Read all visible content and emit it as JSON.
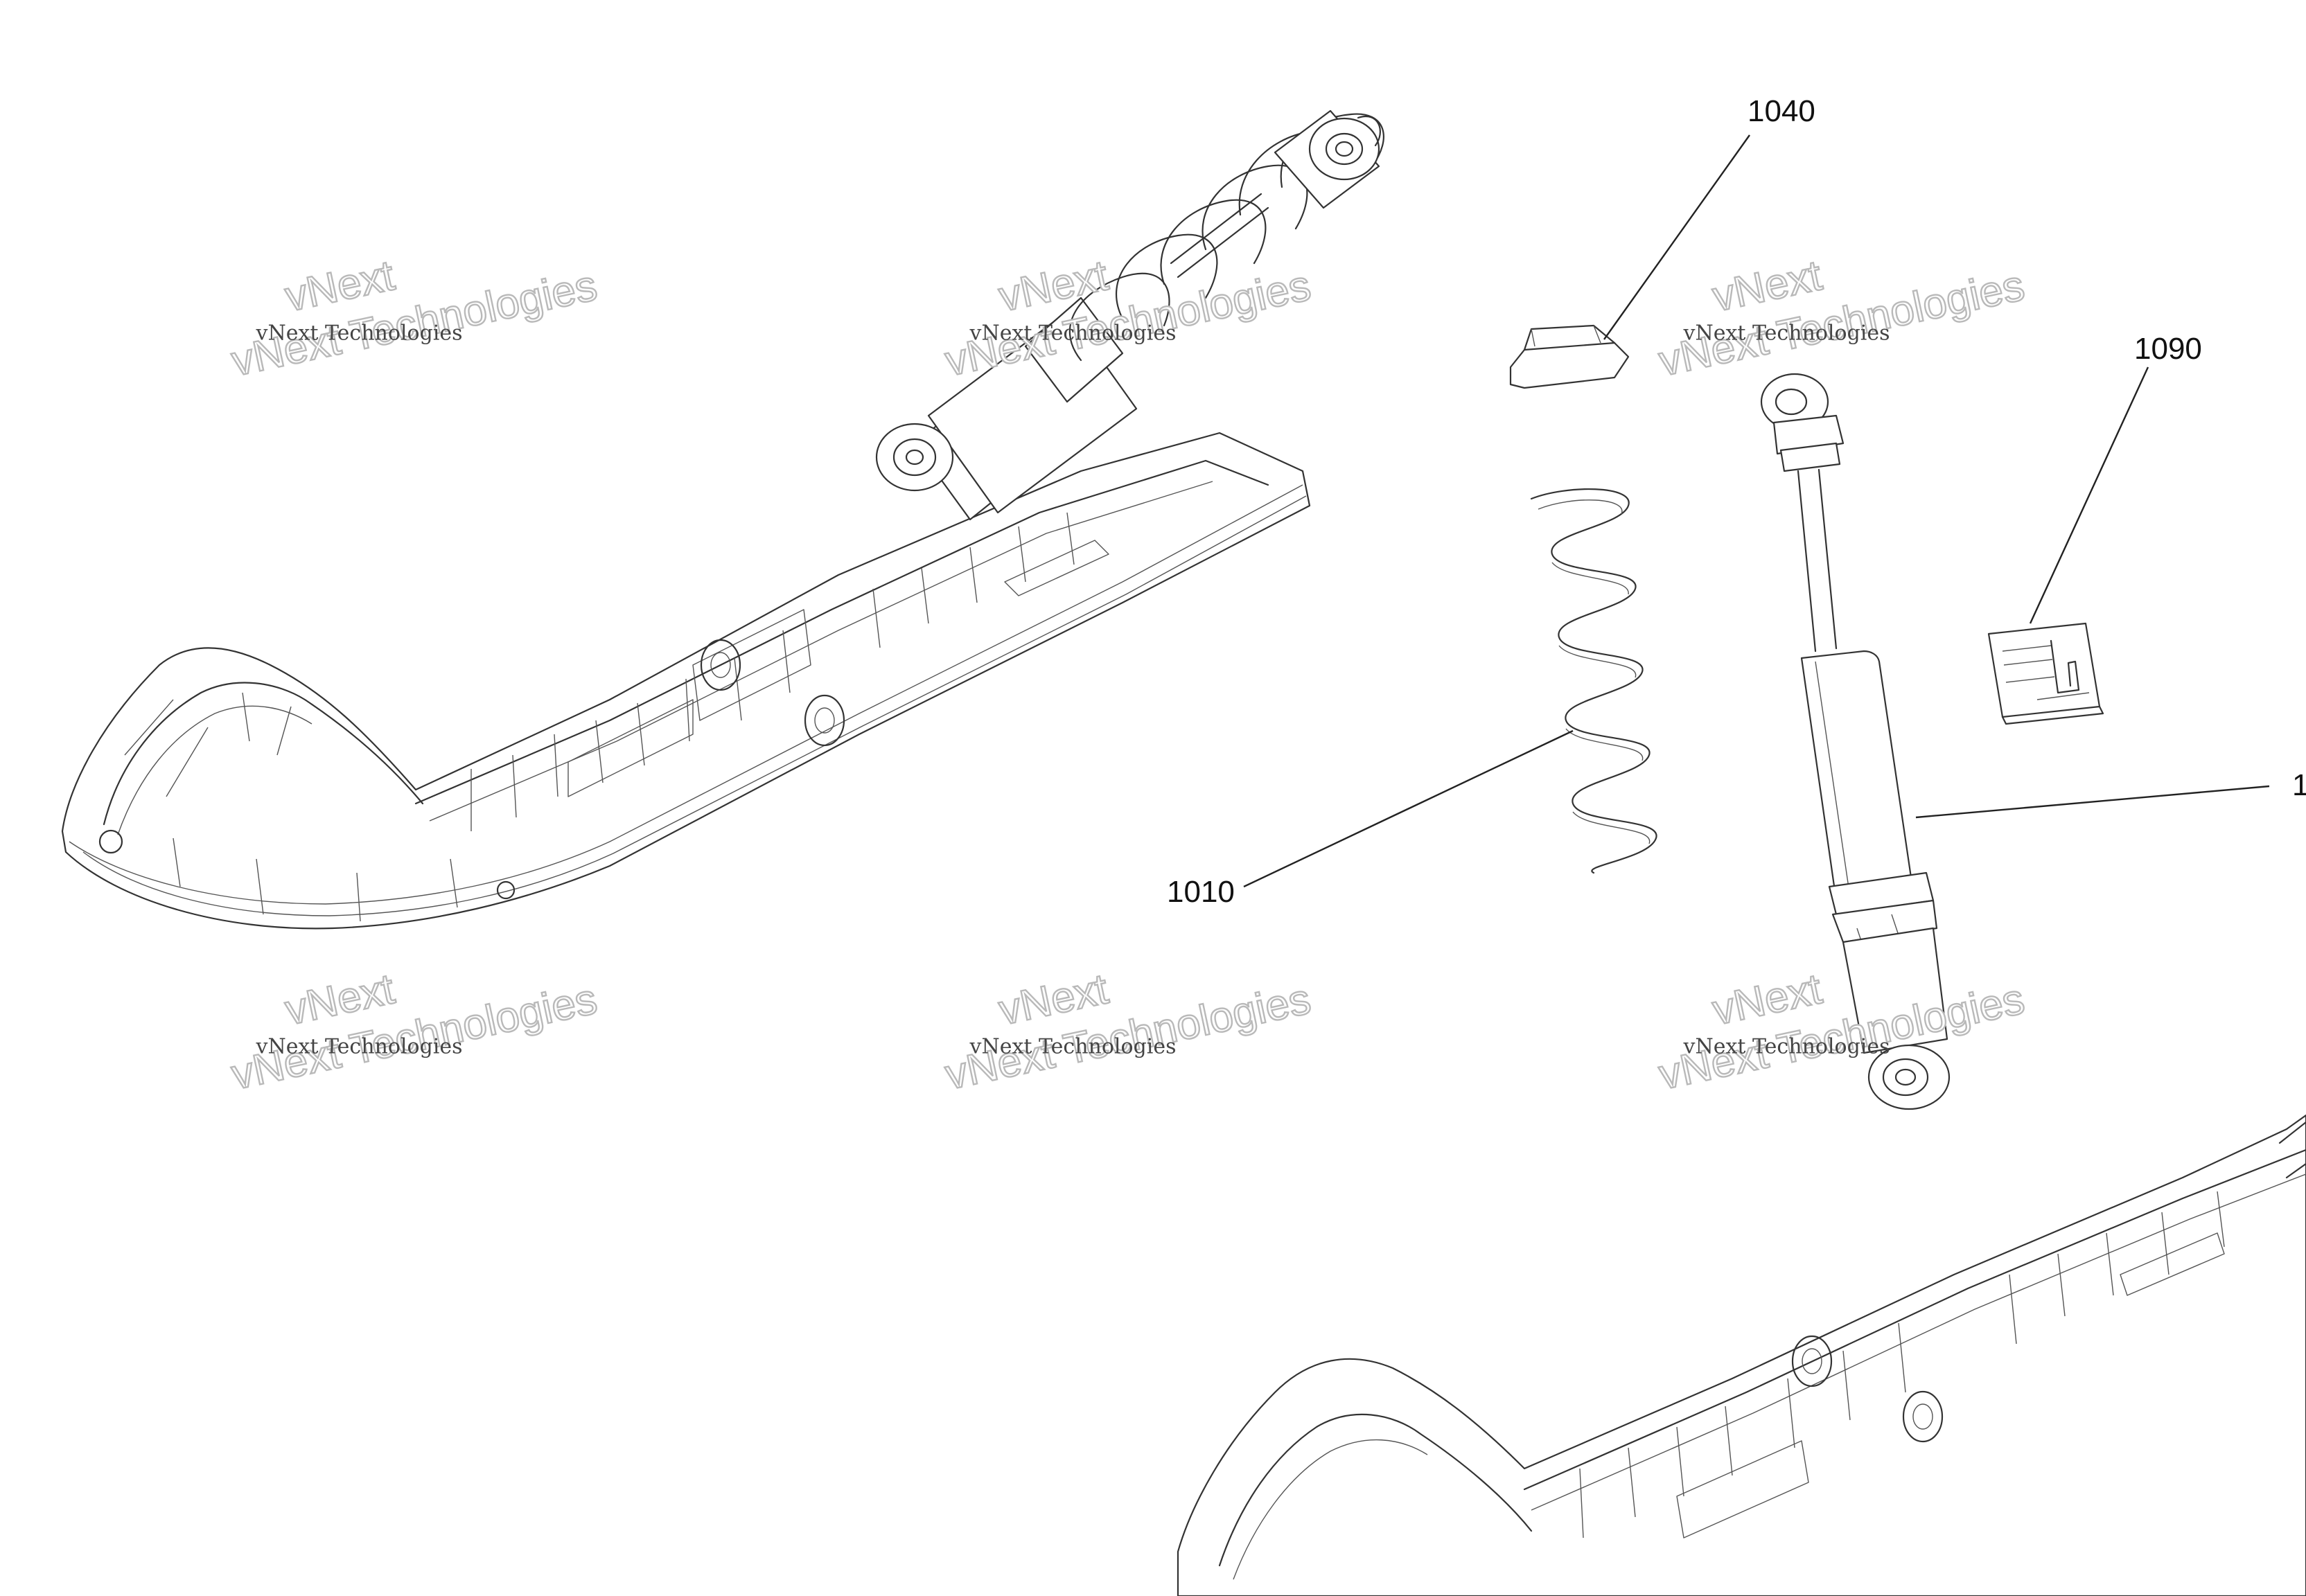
{
  "callouts": [
    {
      "id": "1040",
      "text": "1040"
    },
    {
      "id": "1090",
      "text": "1090"
    },
    {
      "id": "1010",
      "text": "1010"
    },
    {
      "id": "partial",
      "text": "1"
    }
  ],
  "watermarks": [
    {
      "small": "vNext Technologies",
      "big": "vNext Technologies",
      "overlay": "vNext"
    },
    {
      "small": "vNext Technologies",
      "big": "vNext Technologies",
      "overlay": "vNext"
    },
    {
      "small": "vNext Technologies",
      "big": "vNext Technologies",
      "overlay": "vNext"
    },
    {
      "small": "vNext Technologies",
      "big": "vNext Technologies",
      "overlay": "vNext"
    },
    {
      "small": "vNext Technologies",
      "big": "vNext Technologies",
      "overlay": "vNext"
    },
    {
      "small": "vNext Technologies",
      "big": "vNext Technologies",
      "overlay": "vNext"
    }
  ]
}
